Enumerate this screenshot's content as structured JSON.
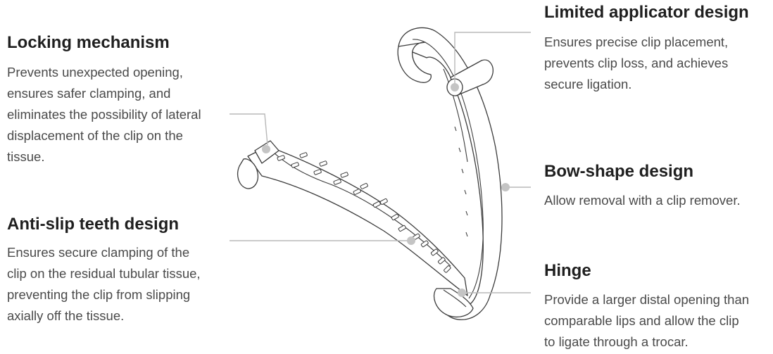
{
  "features": {
    "locking": {
      "title": "Locking mechanism",
      "lines": [
        "Prevents unexpected opening,",
        "ensures safer clamping, and",
        "eliminates the possibility of lateral",
        "displacement of the clip on the",
        "tissue."
      ]
    },
    "antislip": {
      "title": "Anti-slip teeth design",
      "lines": [
        "Ensures secure clamping of the",
        "clip on the residual tubular tissue,",
        "preventing the clip from slipping",
        "axially off the tissue."
      ]
    },
    "limited": {
      "title": "Limited applicator design",
      "lines": [
        "Ensures precise clip placement,",
        "prevents clip loss, and achieves",
        "secure ligation."
      ]
    },
    "bow": {
      "title": "Bow-shape design",
      "lines": [
        "Allow removal with a clip remover."
      ]
    },
    "hinge": {
      "title": "Hinge",
      "lines": [
        "Provide a larger distal opening than",
        "comparable lips and allow the clip",
        "to ligate through a trocar."
      ]
    }
  }
}
